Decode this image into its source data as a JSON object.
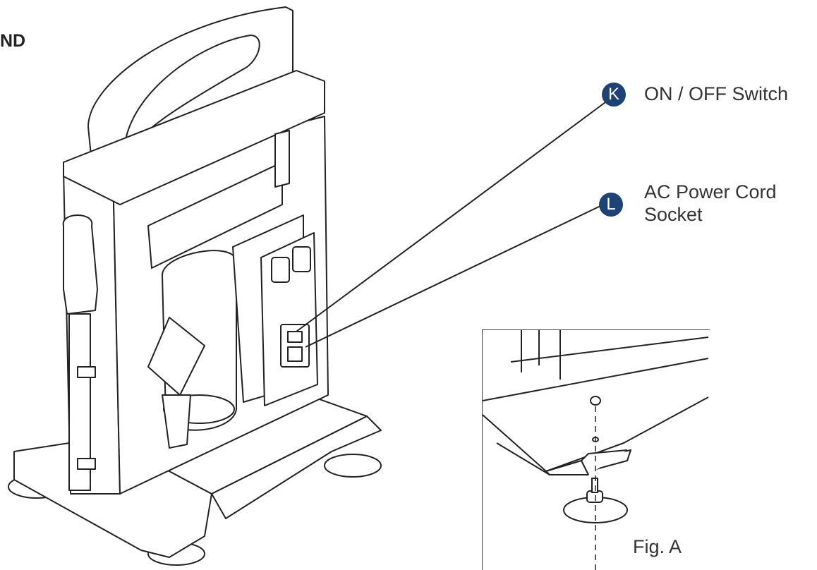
{
  "heading_fragment": "ND",
  "callouts": [
    {
      "letter": "K",
      "text": "ON / OFF Switch"
    },
    {
      "letter": "L",
      "text": "AC Power Cord Socket",
      "line1": "AC Power Cord",
      "line2": "Socket"
    }
  ],
  "figure": {
    "label": "Fig. A"
  },
  "colors": {
    "badge": "#1d4273",
    "line": "#222222"
  }
}
